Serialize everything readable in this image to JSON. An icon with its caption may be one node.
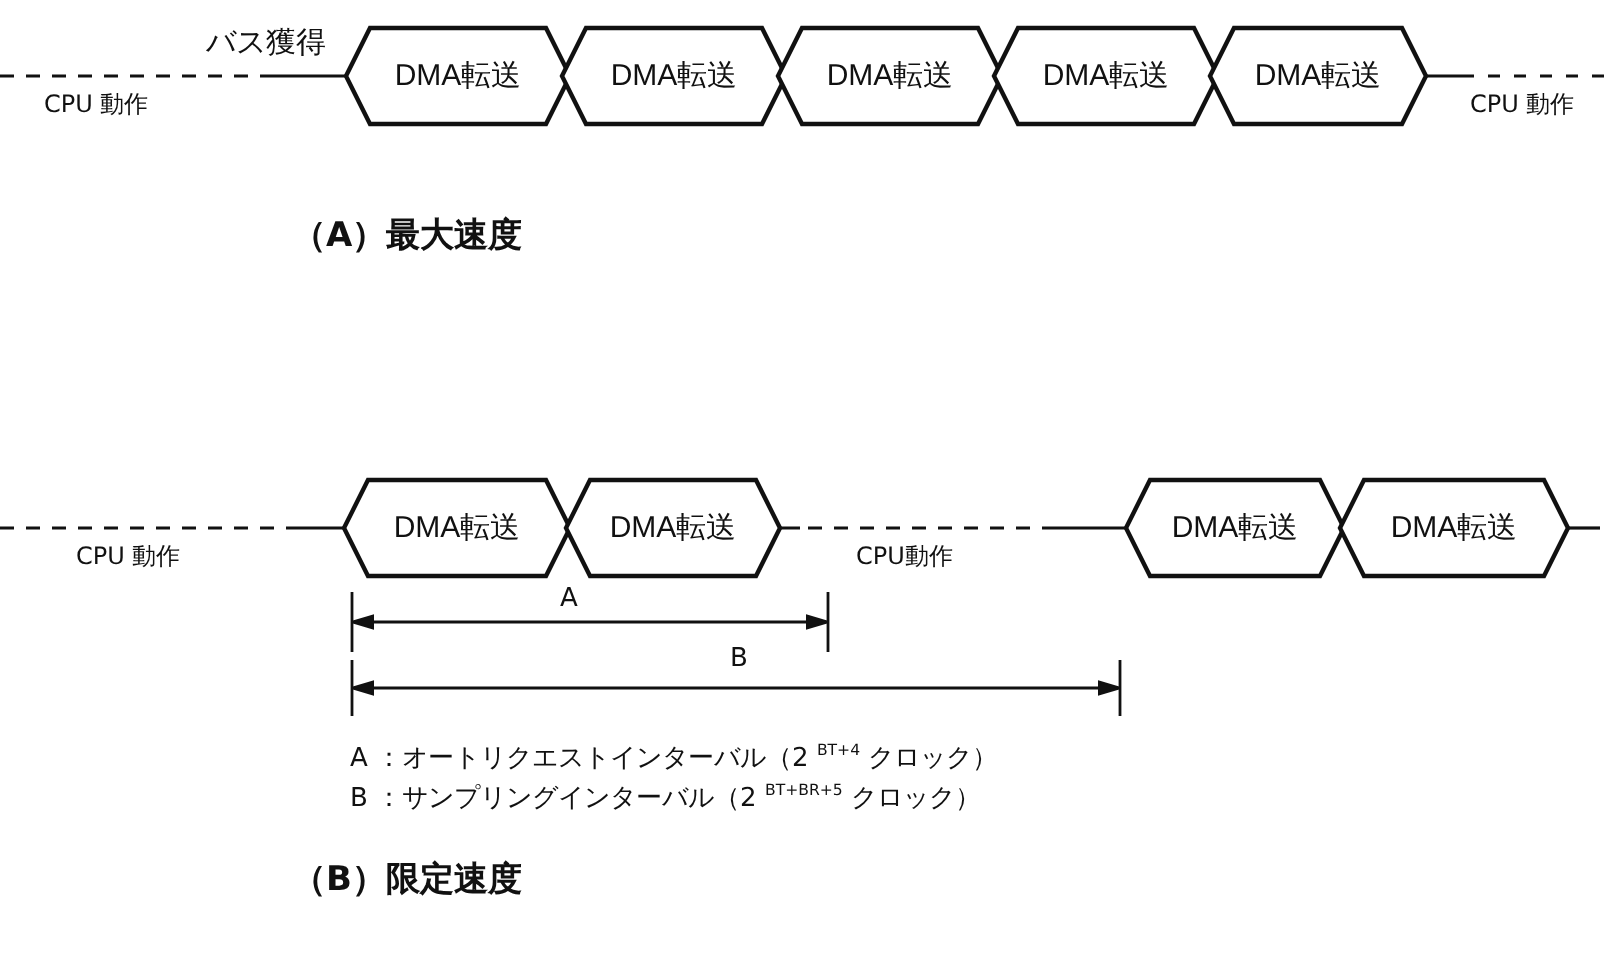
{
  "diagram": {
    "nodes": [
      {
        "text": [
          "DMA転送"
        ]
      },
      {
        "text": [
          "DMA転送"
        ]
      },
      {
        "text": [
          "DMA転送"
        ]
      },
      {
        "text": [
          "DMA転送"
        ]
      },
      {
        "text": [
          "DMA転送"
        ]
      },
      {
        "text": [
          "DMA転送"
        ]
      },
      {
        "text": [
          "DMA転送"
        ]
      },
      {
        "text": [
          "DMA転送"
        ]
      },
      {
        "text": [
          "DMA転送"
        ]
      }
    ],
    "edges": [
      {
        "from": null,
        "to": 0,
        "arrow": "none",
        "style": "dashed"
      },
      {
        "from": 4,
        "to": null,
        "arrow": "none",
        "style": "dashed"
      },
      {
        "from": null,
        "to": 5,
        "arrow": "none",
        "style": "dashed"
      },
      {
        "from": 6,
        "to": 7,
        "arrow": "none",
        "style": "dashed"
      },
      {
        "from": 8,
        "to": null,
        "arrow": "none"
      }
    ],
    "labels": [
      "バス獲得",
      "CPU 動作",
      "CPU 動作",
      "（A）最大速度",
      "CPU 動作",
      "CPU動作",
      "A",
      "B",
      "A ：オートリクエストインターバル（2 $^{BT+4}$ クロック）",
      "B ：サンプリングインターバル（2 $^{BT+BR+5}$ クロック）",
      "（B）限定速度"
    ]
  }
}
